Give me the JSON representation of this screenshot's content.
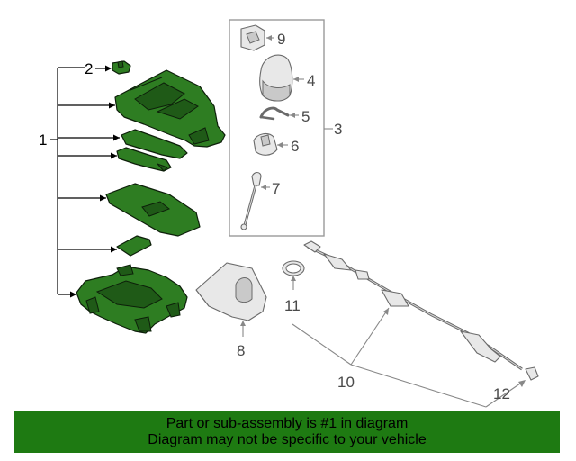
{
  "callouts": {
    "c1": "1",
    "c2": "2",
    "c3": "3",
    "c4": "4",
    "c5": "5",
    "c6": "6",
    "c7": "7",
    "c8": "8",
    "c9": "9",
    "c10": "10",
    "c11": "11",
    "c12": "12"
  },
  "footer": {
    "line1": "Part or sub-assembly is #1 in diagram",
    "line2": "Diagram may not be specific to your vehicle"
  },
  "colors": {
    "highlight_green": "#2e7d22",
    "footer_green": "#1e7a12",
    "line_gray": "#888888"
  }
}
